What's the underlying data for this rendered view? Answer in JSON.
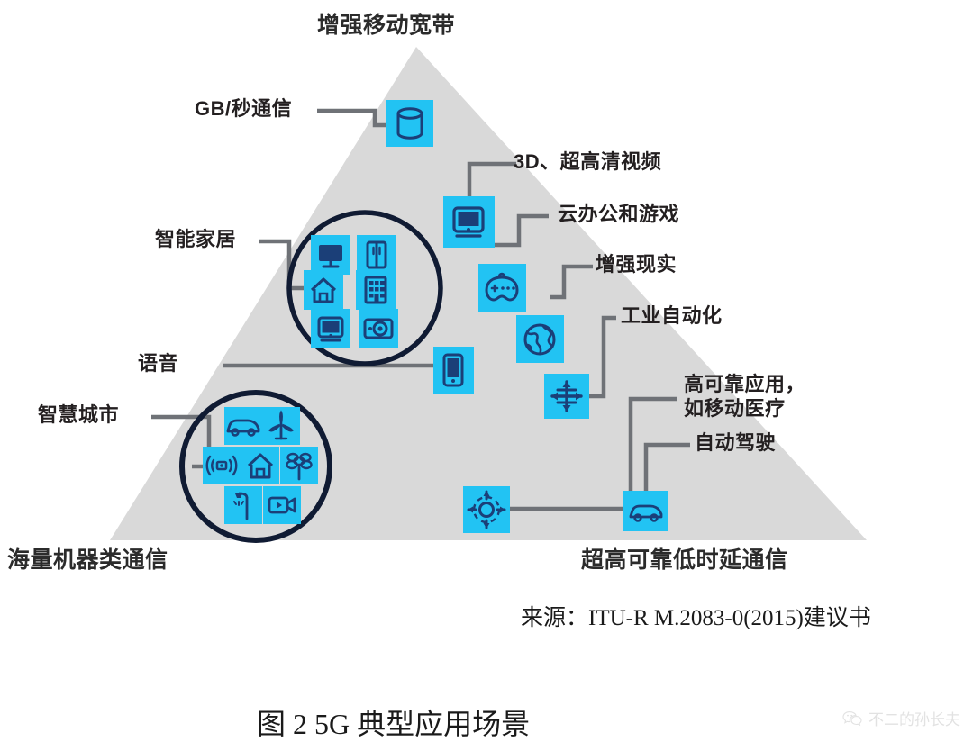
{
  "figure": {
    "triangle_fill": "#d9d9d9",
    "icon_fill": "#22c3f3",
    "icon_stroke": "#1b3f78",
    "connector_color": "#6f7277",
    "circle_stroke": "#101b33",
    "corners": {
      "top": "增强移动宽带",
      "bottom_left": "海量机器类通信",
      "bottom_right": "超高可靠低时延通信"
    },
    "callouts": [
      {
        "id": "gb-per-second",
        "text": "GB/秒通信",
        "icon": "database-cylinder-icon"
      },
      {
        "id": "3d-uhd-video",
        "text": "3D、超高清视频",
        "icon": "monitor-icon"
      },
      {
        "id": "cloud-office-gaming",
        "text": "云办公和游戏",
        "icon": "gamepad-icon"
      },
      {
        "id": "augmented-reality",
        "text": "增强现实",
        "icon": "globe-icon"
      },
      {
        "id": "industrial-automation",
        "text": "工业自动化",
        "icon": "four-arrows-icon"
      },
      {
        "id": "high-reliability-apps",
        "text": "高可靠应用，\n如移动医疗",
        "icon": "network-node-icon"
      },
      {
        "id": "autonomous-driving",
        "text": "自动驾驶",
        "icon": "car-icon"
      },
      {
        "id": "smart-home",
        "text": "智能家居",
        "icon": "smart-home-cluster-icon"
      },
      {
        "id": "voice",
        "text": "语音",
        "icon": "smartphone-icon"
      },
      {
        "id": "smart-city",
        "text": "智慧城市",
        "icon": "smart-city-cluster-icon"
      }
    ],
    "smart_home_icons": [
      "television-icon",
      "refrigerator-icon",
      "house-icon",
      "building-icon",
      "tablet-icon",
      "washing-machine-icon"
    ],
    "smart_city_icons": [
      "car-icon",
      "wind-turbine-icon",
      "signal-broadcast-icon",
      "house-icon",
      "tree-icon",
      "street-lamp-icon",
      "video-camera-icon"
    ]
  },
  "source": "来源：ITU-R M.2083-0(2015)建议书",
  "caption": "图 2 5G 典型应用场景",
  "watermark": {
    "icon": "wechat-icon",
    "text": "不二的孙长夫"
  }
}
